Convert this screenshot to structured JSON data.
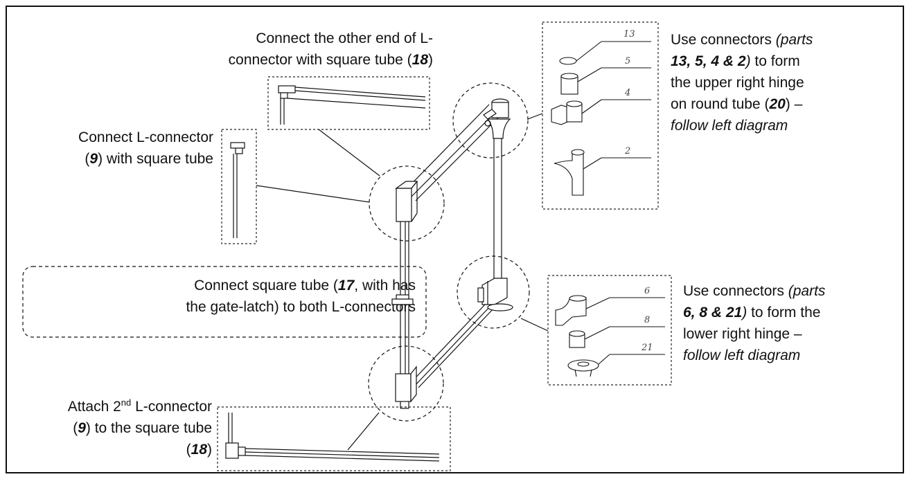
{
  "page": {
    "cut_title": "...ging..."
  },
  "labels": {
    "top_center": {
      "line1": "Connect the other end of L-",
      "line2_pre": "connector with square tube (",
      "part": "18",
      "line2_post": ")"
    },
    "left_mid": {
      "line1": "Connect L-connector",
      "paren_open": "(",
      "part": "9",
      "line2_post": ") with square tube"
    },
    "latch": {
      "line1_pre": "Connect square tube (",
      "part": "17",
      "line1_post": ", with has",
      "line2": "the gate-latch) to both L-connectors"
    },
    "bottom_left": {
      "line1_pre": "Attach 2",
      "sup": "nd",
      "line1_post": " L-connector",
      "paren_open": "(",
      "part1": "9",
      "line2_post": ") to the square tube",
      "line3_pre": "(",
      "part2": "18",
      "line3_post": ")"
    },
    "upper_right": {
      "l1_pre": "Use connectors ",
      "l1_it": "(parts",
      "l2_bold": "13, 5, 4 & 2",
      "l2_it": ")",
      "l2_post": " to form",
      "l3": "the upper right hinge",
      "l4_pre": "on round tube (",
      "l4_part": "20",
      "l4_post": ") –",
      "l5_it": "follow left diagram"
    },
    "lower_right": {
      "l1_pre": "Use connectors ",
      "l1_it": "(parts",
      "l2_bold": "6, 8 & 21",
      "l2_it": ")",
      "l2_post": " to form the",
      "l3": "lower right hinge –",
      "l4_it": "follow left diagram"
    }
  },
  "part_numbers": {
    "upper": [
      "13",
      "5",
      "4",
      "2"
    ],
    "lower": [
      "6",
      "8",
      "21"
    ]
  }
}
